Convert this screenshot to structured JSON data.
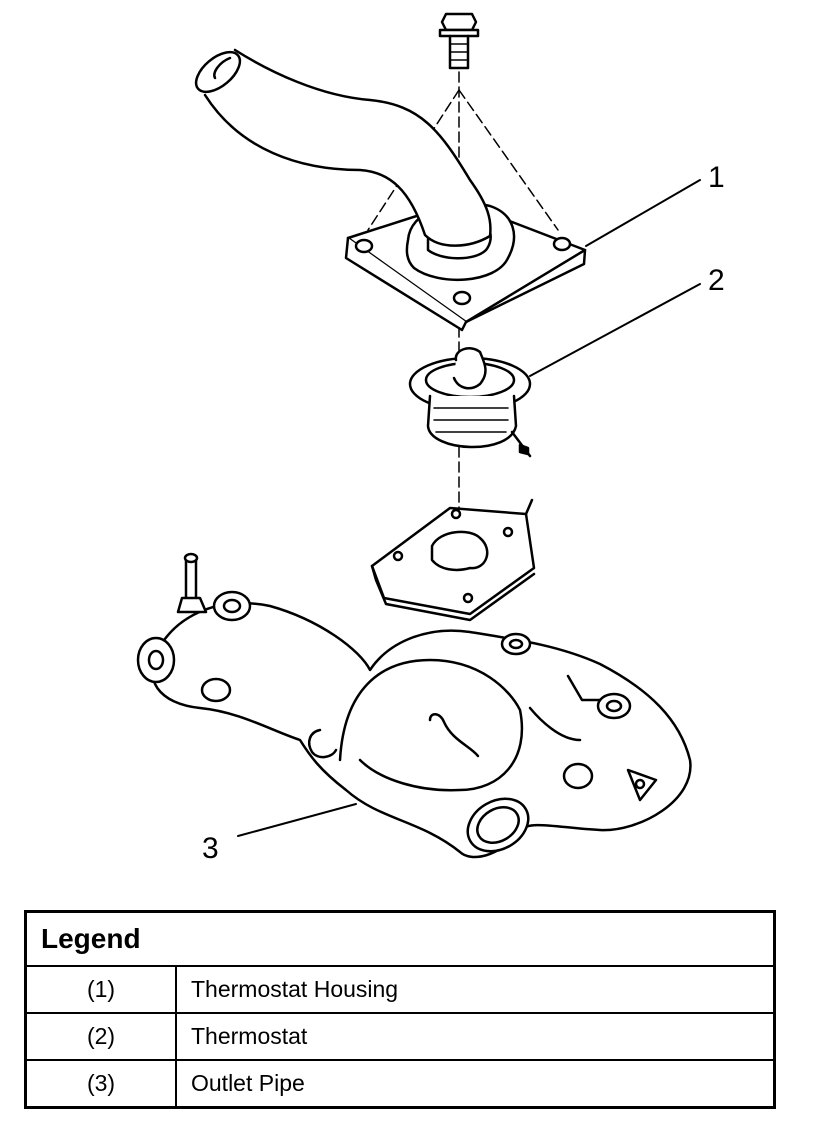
{
  "callouts": [
    "1",
    "2",
    "3"
  ],
  "legend": {
    "title": "Legend",
    "rows": [
      {
        "number": "(1)",
        "description": "Thermostat Housing"
      },
      {
        "number": "(2)",
        "description": "Thermostat"
      },
      {
        "number": "(3)",
        "description": "Outlet Pipe"
      }
    ]
  }
}
